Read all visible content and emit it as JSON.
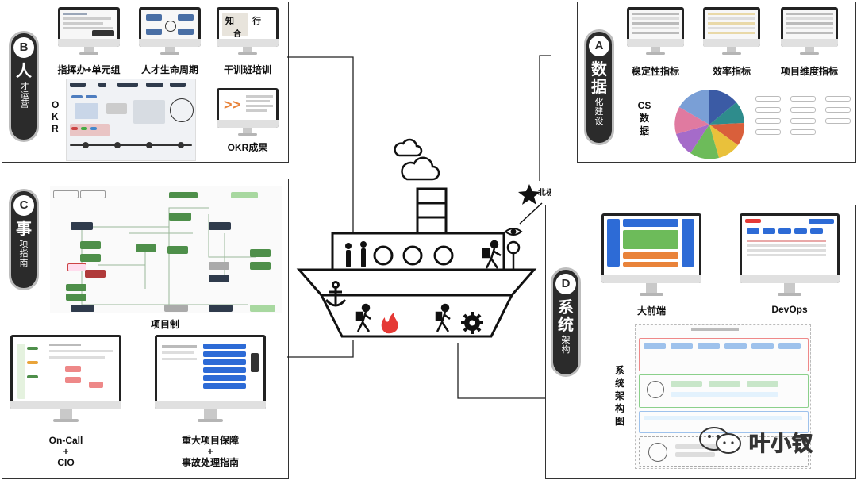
{
  "panels": {
    "b": {
      "letter": "B",
      "title_big": "人",
      "title_small": "才运营",
      "monitors": [
        "指挥办+单元组",
        "人才生命周期",
        "干训班培训",
        "OKR成果"
      ],
      "okr_vertical": "OKR",
      "screen_text": {
        "zhi": "知",
        "xing": "行",
        "he": "合"
      }
    },
    "a": {
      "letter": "A",
      "title_big": "数据",
      "title_small": "化建设",
      "monitors": [
        "稳定性指标",
        "效率指标",
        "项目维度指标"
      ],
      "cs_label": [
        "CS",
        "数",
        "据"
      ]
    },
    "c": {
      "letter": "C",
      "title_big": "事",
      "title_small": "项指南",
      "flow_caption": "项目制",
      "oncall": [
        "On-Call",
        "+",
        "CIO"
      ],
      "major": [
        "重大项目保障",
        "+",
        "事故处理指南"
      ]
    },
    "d": {
      "letter": "D",
      "title_big": "系统",
      "title_small": "架构",
      "monitors": [
        "大前端",
        "DevOps"
      ],
      "arch_vertical": "系统架构图"
    }
  },
  "center": {
    "north_star": "北极星"
  },
  "watermark": {
    "text": "叶小钗"
  },
  "colors": {
    "pill_bg": "#2b2b2b",
    "flow_green": "#4e8f4a",
    "flow_dark": "#2f3b4c",
    "screen_blue": "#2d6bd6"
  }
}
